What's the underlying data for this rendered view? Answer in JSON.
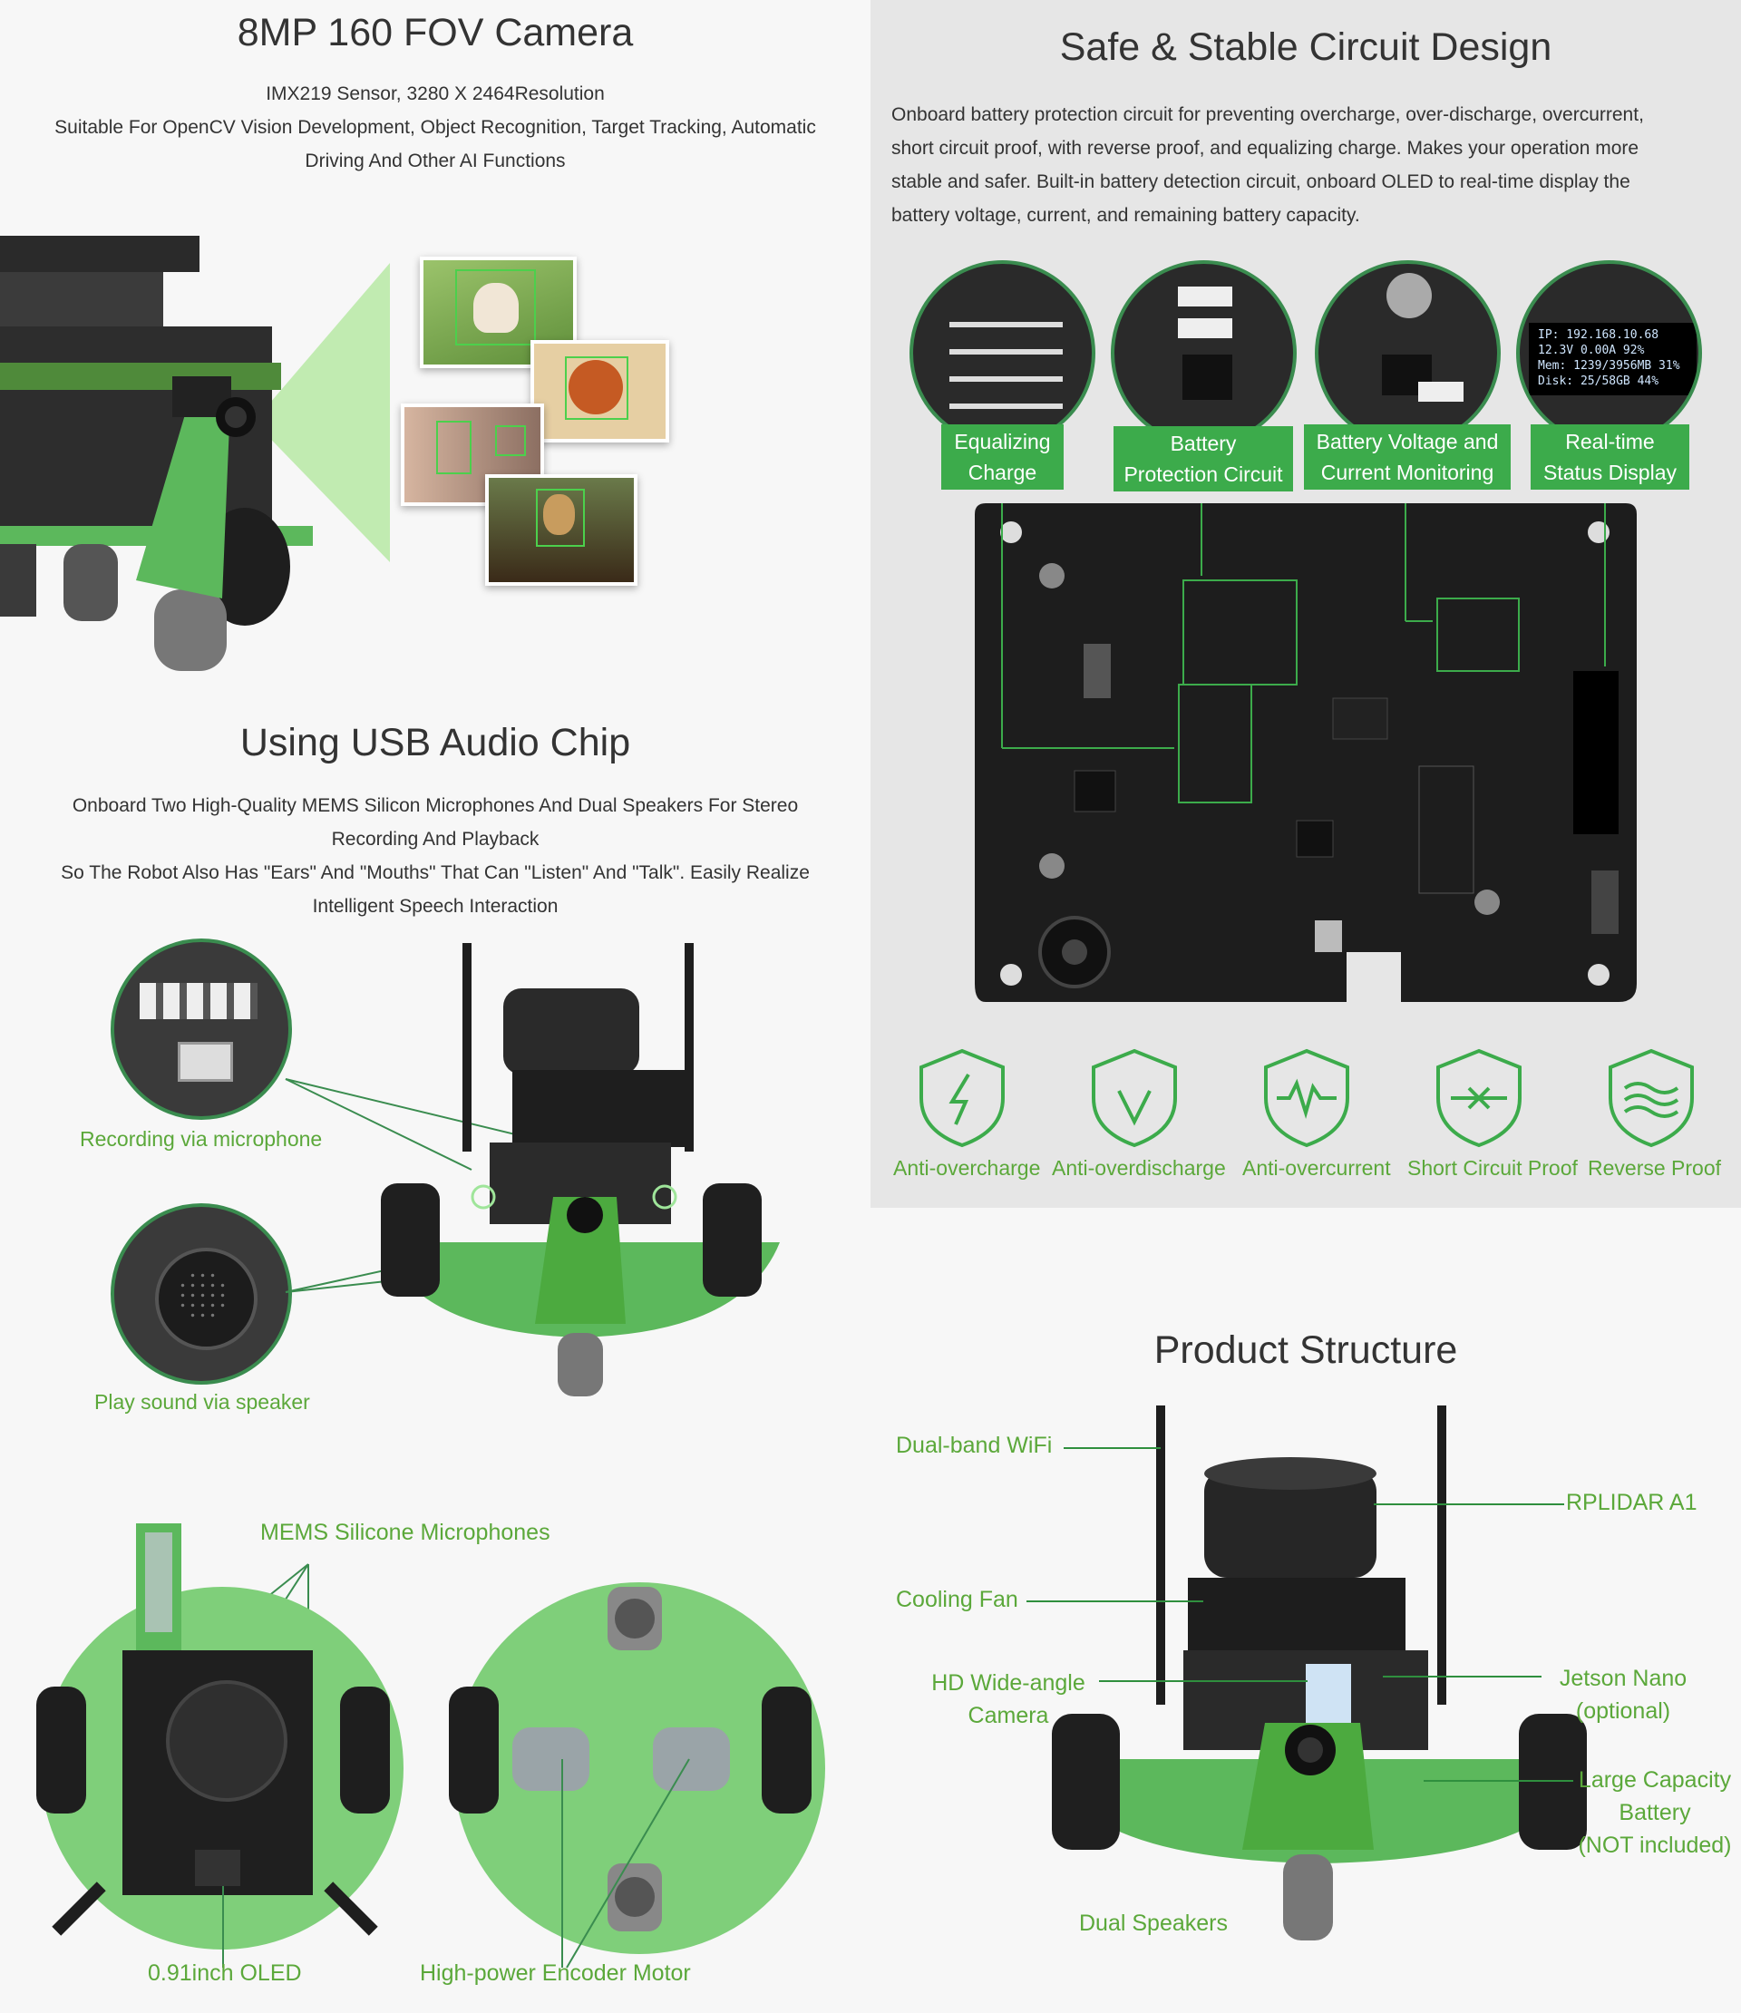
{
  "camera_section": {
    "title": "8MP 160 FOV Camera",
    "line1": "IMX219 Sensor, 3280 X 2464Resolution",
    "line2": "Suitable For OpenCV Vision Development, Object Recognition, Target Tracking, Automatic",
    "line3": "Driving And Other AI Functions"
  },
  "circuit_section": {
    "title": "Safe & Stable Circuit Design",
    "line1": "Onboard battery protection circuit for preventing overcharge, over-discharge, overcurrent,",
    "line2": "short circuit proof, with reverse proof, and equalizing charge. Makes your operation more",
    "line3": "stable and safer. Built-in battery detection circuit, onboard OLED to real-time display the",
    "line4": "battery voltage, current, and remaining battery capacity.",
    "tags": [
      {
        "line1": "Equalizing",
        "line2": "Charge"
      },
      {
        "line1": "Battery",
        "line2": "Protection Circuit"
      },
      {
        "line1": "Battery Voltage and",
        "line2": "Current Monitoring"
      },
      {
        "line1": "Real-time",
        "line2": "Status Display"
      }
    ],
    "oled_lines": [
      "IP: 192.168.10.68",
      "12.3V  0.00A  92%",
      "Mem: 1239/3956MB 31%",
      "Disk: 25/58GB 44%"
    ],
    "protections": [
      "Anti-overcharge",
      "Anti-overdischarge",
      "Anti-overcurrent",
      "Short Circuit Proof",
      "Reverse Proof"
    ]
  },
  "audio_section": {
    "title": "Using USB Audio Chip",
    "line1": "Onboard Two High-Quality MEMS Silicon Microphones And Dual Speakers For Stereo",
    "line2": "Recording And Playback",
    "line3": "So The Robot Also Has \"Ears\" And \"Mouths\" That Can \"Listen\" And \"Talk\". Easily Realize",
    "line4": "Intelligent Speech Interaction",
    "mic_label": "Recording via microphone",
    "speaker_label": "Play sound via speaker"
  },
  "bottom_section": {
    "mems_label": "MEMS Silicone Microphones",
    "oled_label": "0.91inch OLED",
    "motor_label": "High-power Encoder Motor"
  },
  "structure_section": {
    "title": "Product Structure",
    "wifi": "Dual-band WiFi",
    "lidar": "RPLIDAR A1",
    "fan": "Cooling Fan",
    "camera1": "HD Wide-angle",
    "camera2": "Camera",
    "jetson1": "Jetson Nano",
    "jetson2": "(optional)",
    "battery1": "Large Capacity",
    "battery2": "Battery",
    "battery3": "(NOT included)",
    "speakers": "Dual Speakers"
  },
  "colors": {
    "accent_green": "#5ba83a",
    "tag_green": "#3cab4b",
    "pcb_black": "#1d1d1d"
  }
}
